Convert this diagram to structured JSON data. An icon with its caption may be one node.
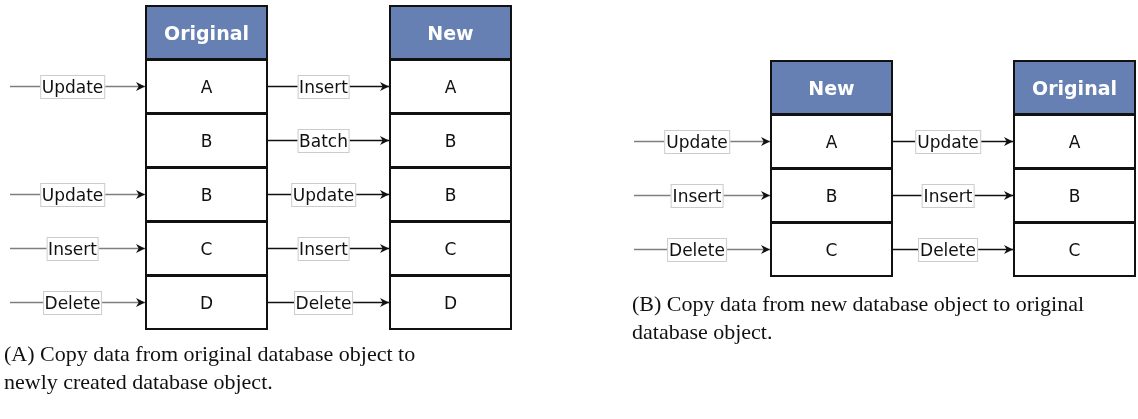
{
  "diagram": {
    "nodes": [
      {
        "text": [
          "Original"
        ]
      },
      {
        "text": [
          "A"
        ]
      },
      {
        "text": [
          "B"
        ]
      },
      {
        "text": [
          "B"
        ]
      },
      {
        "text": [
          "C"
        ]
      },
      {
        "text": [
          "D"
        ]
      },
      {
        "text": [
          "New"
        ]
      },
      {
        "text": [
          "A"
        ]
      },
      {
        "text": [
          "B"
        ]
      },
      {
        "text": [
          "B"
        ]
      },
      {
        "text": [
          "C"
        ]
      },
      {
        "text": [
          "D"
        ]
      },
      {
        "text": [
          "New"
        ]
      },
      {
        "text": [
          "A"
        ]
      },
      {
        "text": [
          "B"
        ]
      },
      {
        "text": [
          "C"
        ]
      },
      {
        "text": [
          "Original"
        ]
      },
      {
        "text": [
          "A"
        ]
      },
      {
        "text": [
          "B"
        ]
      },
      {
        "text": [
          "C"
        ]
      }
    ],
    "edges": [
      {
        "from": null,
        "to": 1,
        "arrow": "to",
        "label": "Update",
        "color": "#7f7f7f"
      },
      {
        "from": null,
        "to": 3,
        "arrow": "to",
        "label": "Update",
        "color": "#7f7f7f"
      },
      {
        "from": null,
        "to": 4,
        "arrow": "to",
        "label": "Insert",
        "color": "#7f7f7f"
      },
      {
        "from": null,
        "to": 5,
        "arrow": "to",
        "label": "Delete",
        "color": "#7f7f7f"
      },
      {
        "from": 1,
        "to": 7,
        "arrow": "to",
        "label": "Insert"
      },
      {
        "from": 2,
        "to": 8,
        "arrow": "to",
        "label": "Batch"
      },
      {
        "from": 3,
        "to": 9,
        "arrow": "to",
        "label": "Update"
      },
      {
        "from": 4,
        "to": 10,
        "arrow": "to",
        "label": "Insert"
      },
      {
        "from": 5,
        "to": 11,
        "arrow": "to",
        "label": "Delete"
      },
      {
        "from": null,
        "to": 13,
        "arrow": "to",
        "label": "Update",
        "color": "#7f7f7f"
      },
      {
        "from": null,
        "to": 14,
        "arrow": "to",
        "label": "Insert",
        "color": "#7f7f7f"
      },
      {
        "from": null,
        "to": 15,
        "arrow": "to",
        "label": "Delete",
        "color": "#7f7f7f"
      },
      {
        "from": 13,
        "to": 17,
        "arrow": "to",
        "label": "Update"
      },
      {
        "from": 14,
        "to": 18,
        "arrow": "to",
        "label": "Insert"
      },
      {
        "from": 15,
        "to": 19,
        "arrow": "to",
        "label": "Delete"
      }
    ],
    "labels": [
      "(A) Copy data from original database object to newly created database object.",
      "(B) Copy data from new database object to original database object."
    ]
  }
}
